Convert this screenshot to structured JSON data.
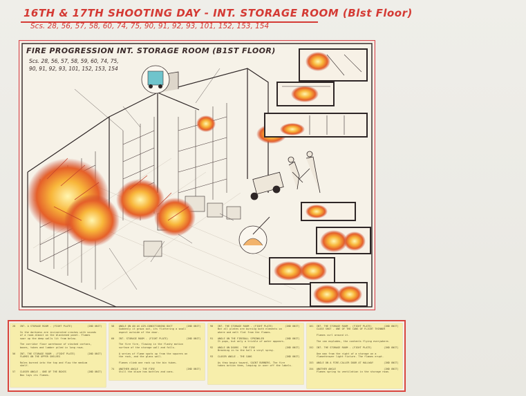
{
  "header": {
    "title": "16TH & 17TH SHOOTING DAY - INT. STORAGE ROOM (Blst Floor)",
    "scenes": "Scs. 28, 56, 57, 58, 60, 74, 75, 90, 91, 92, 93, 101, 152, 153, 154"
  },
  "illustration": {
    "title": "FIRE PROGRESSION INT. STORAGE ROOM (B1ST FLOOR)",
    "scenes_line1": "Scs. 28, 56, 57, 58, 59, 60, 74, 75,",
    "scenes_line2": "90, 91, 92, 93, 101, 152, 153, 154"
  },
  "script_columns": [
    {
      "lines": [
        "28   INT. A STORAGE ROOM - (FIGHT PLATE)          (2ND UNIT)",
        "",
        "     In the darkness are incinerated crashes with sounds",
        "     of a room almost on the blackened panel. Flames",
        "     soar up the deep walls lit from below.",
        "",
        "     The corridor floor warehouse of stacked cartons,",
        "     boxes, tubes and lumber piled in long rows.",
        "",
        "56   INT. THE STORAGE ROOM - (FIGHT PLATE)        (2ND UNIT)",
        "     FLAMES ON THE UPPER SHELVES",
        "",
        "     Roles burned into the top and flow the medium",
        "     shelf.",
        "",
        "57   CLOSER ANGLE - ONE OF THE BOXES              (2ND UNIT)",
        "     Box lays its flames."
      ]
    },
    {
      "lines": [
        "58   ANGLE ON AN AS AIR-CONDITIONING DUCT         (2ND UNIT)",
        "     Suddenly it grows out, its fluttering a small",
        "     aspect outside of the door.",
        "",
        "60   INT. STORAGE ROOM - (FIGHT PLATE)            (2ND UNIT)",
        "",
        "     The fire fire, flowing in the flashy motion",
        "     surface of the storage wall and falls.",
        "",
        "     A series of flame spots up from the squares on",
        "     the rack, and the glass wall.",
        "",
        "     Flames climb one rack up the bin tubes.",
        "",
        "74   ANOTHER ANGLE - THE FIRE                     (2ND UNIT)",
        "     Still the blaze has bottles and cans."
      ]
    },
    {
      "lines": [
        "90   INT. THE STORAGE ROOM - (FIGHT PLATE)        (2ND UNIT)",
        "     But all plates are burning both elements on",
        "     where and melt flat from the flames.",
        "",
        "91   ANGLE ON THE FIREBALL SPRINKLER              (2ND UNIT)",
        "     It pops, but only a trickle of water appears.",
        "",
        "92   ANGLE ON DOORS - THE FIRE                    (2ND UNIT)",
        "     Breaking in to the hall a vinyl spray.",
        "",
        "93   CLOSER ANGLE - THE CANS                      (2ND UNIT)",
        "",
        "     As they begin toward, SAINT BURNERS. The fire",
        "     takes action them, leaping in over off the labels."
      ]
    },
    {
      "lines": [
        "101  INT. THE STORAGE ROOM - (FIGHT PLATE)        (2ND UNIT)",
        "     CLOSE SHOT - ONE OF THE CANS OF FLIGHT THINNER",
        "",
        "     Flames curl around it.",
        "",
        "     The can explodes, the contents flying everywhere.",
        "",
        "152  INT. THE STORAGE ROOM - (FIGHT PLATE)        (2ND UNIT)",
        "",
        "     One man from the right of a storage on a",
        "     flamethrower light fixture. The flames erupt.",
        "",
        "153  ANGLE ON A FIRE-CALLER DOOR AT HALLWAY       (2ND UNIT)",
        "",
        "154  ANOTHER ANGLE                                (2ND UNIT)",
        "     Flames spring to ventilation in the storage room."
      ]
    }
  ]
}
